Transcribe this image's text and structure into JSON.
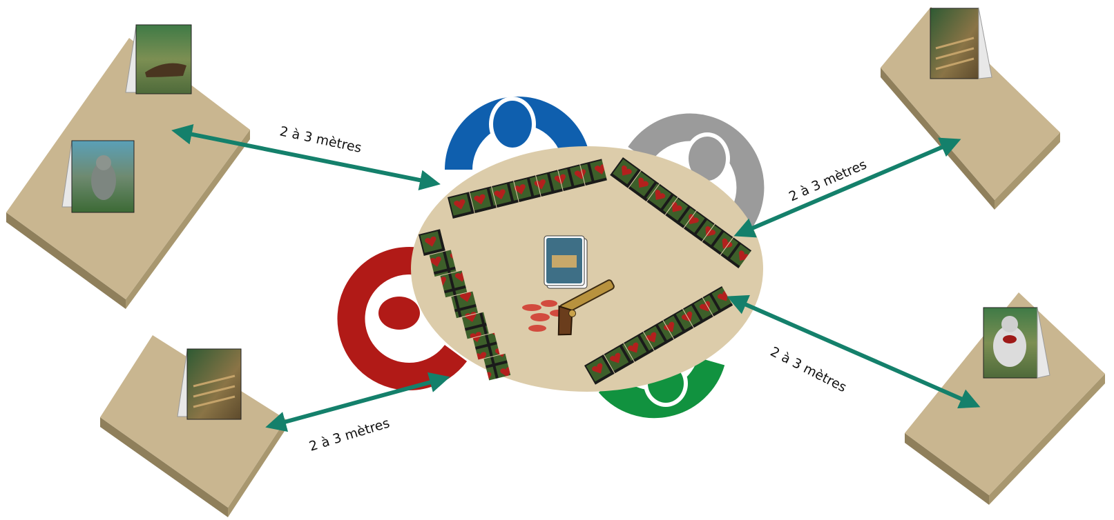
{
  "distance_labels": [
    "2 à 3 mètres",
    "2 à 3 mètres",
    "2 à 3 mètres",
    "2 à 3 mètres"
  ],
  "colors": {
    "table": "#dcccaa",
    "box_top": "#c9b690",
    "box_side": "#a8976f",
    "box_front": "#8f7f5b",
    "arrow": "#14806b",
    "player_blue": "#0f5fae",
    "player_grey": "#9b9b9b",
    "player_red": "#b11a17",
    "player_green": "#11923f",
    "card_back": "#2f4a22",
    "card_heart": "#b3201d"
  },
  "players": [
    "blue",
    "grey",
    "red",
    "green"
  ],
  "table_items": [
    "card-deck",
    "pistol",
    "blood-tokens"
  ]
}
